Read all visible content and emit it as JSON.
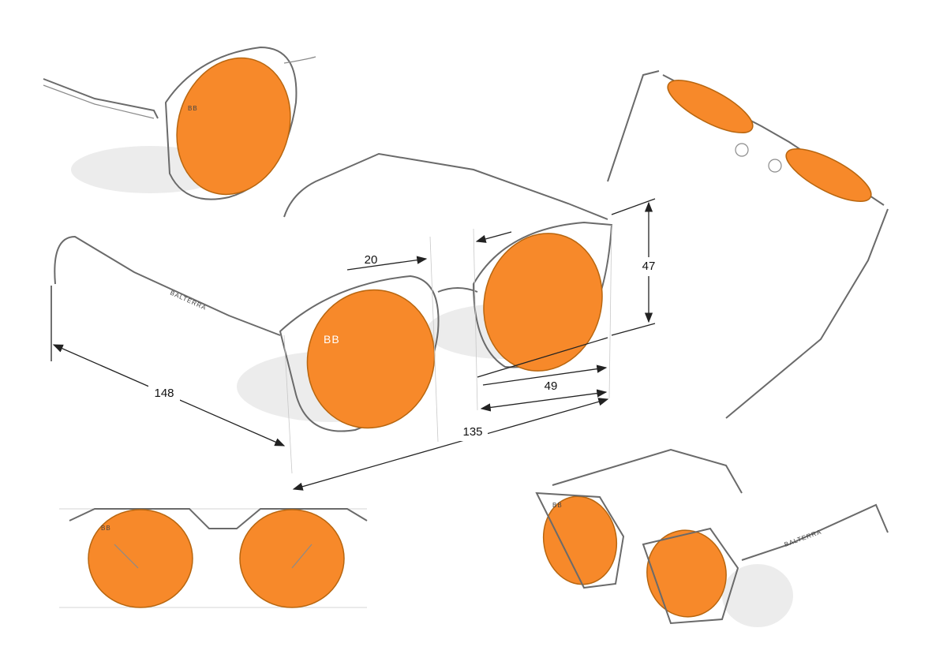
{
  "diagram": {
    "brand": "BALTERRA",
    "dimensions": {
      "bridge": "20",
      "lens_height": "47",
      "temple_length": "148",
      "lens_width": "49",
      "total_width": "135"
    },
    "colors": {
      "lens": "#f7892a",
      "frame": "#6a6a6a",
      "dimension_line": "#222222"
    }
  }
}
